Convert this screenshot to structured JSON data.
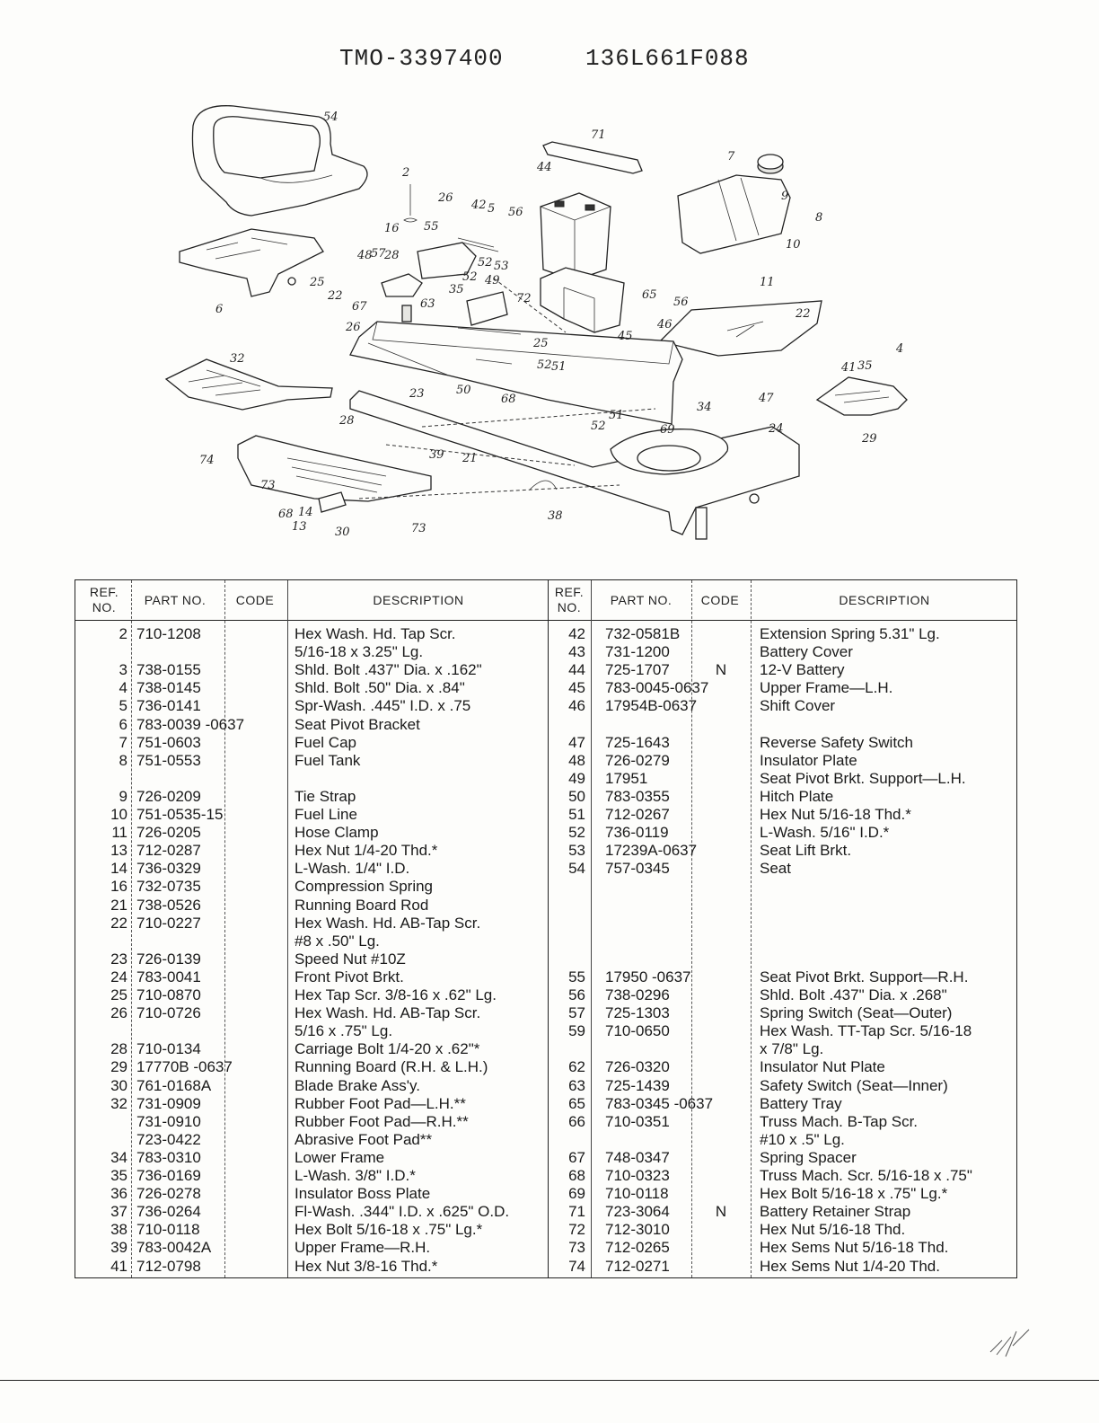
{
  "header": {
    "model": "TMO-3397400",
    "catalog": "136L661F088"
  },
  "diagram": {
    "callouts": [
      "54",
      "6",
      "25",
      "2",
      "16",
      "26",
      "22",
      "42",
      "5",
      "56",
      "48",
      "57",
      "28",
      "55",
      "52",
      "53",
      "52",
      "35",
      "49",
      "72",
      "67",
      "63",
      "26",
      "71",
      "44",
      "65",
      "7",
      "9",
      "8",
      "10",
      "11",
      "22",
      "56",
      "46",
      "45",
      "25",
      "32",
      "51",
      "52",
      "23",
      "50",
      "68",
      "47",
      "4",
      "41",
      "35",
      "29",
      "28",
      "74",
      "73",
      "68",
      "14",
      "13",
      "30",
      "73",
      "39",
      "21",
      "52",
      "51",
      "69",
      "34",
      "24",
      "38"
    ]
  },
  "table": {
    "headers": {
      "ref": "REF. NO.",
      "part": "PART NO.",
      "code": "CODE",
      "desc": "DESCRIPTION"
    },
    "left": [
      {
        "ref": "2",
        "part": "710-1208",
        "code": "",
        "desc": "Hex Wash. Hd. Tap Scr."
      },
      {
        "ref": "",
        "part": "",
        "code": "",
        "desc": "5/16-18 x 3.25\" Lg."
      },
      {
        "ref": "3",
        "part": "738-0155",
        "code": "",
        "desc": "Shld. Bolt .437\" Dia. x .162\""
      },
      {
        "ref": "4",
        "part": "738-0145",
        "code": "",
        "desc": "Shld. Bolt .50\" Dia. x .84\""
      },
      {
        "ref": "5",
        "part": "736-0141",
        "code": "",
        "desc": "Spr-Wash. .445\" I.D. x .75"
      },
      {
        "ref": "6",
        "part": "783-0039 -0637",
        "code": "",
        "desc": "Seat Pivot Bracket"
      },
      {
        "ref": "7",
        "part": "751-0603",
        "code": "",
        "desc": "Fuel Cap"
      },
      {
        "ref": "8",
        "part": "751-0553",
        "code": "",
        "desc": "Fuel Tank"
      },
      {
        "ref": "",
        "part": "",
        "code": "",
        "desc": ""
      },
      {
        "ref": "9",
        "part": "726-0209",
        "code": "",
        "desc": "Tie Strap"
      },
      {
        "ref": "10",
        "part": "751-0535-15",
        "code": "",
        "desc": "Fuel Line"
      },
      {
        "ref": "11",
        "part": "726-0205",
        "code": "",
        "desc": "Hose Clamp"
      },
      {
        "ref": "13",
        "part": "712-0287",
        "code": "",
        "desc": "Hex Nut 1/4-20 Thd.*"
      },
      {
        "ref": "14",
        "part": "736-0329",
        "code": "",
        "desc": "L-Wash. 1/4\" I.D."
      },
      {
        "ref": "16",
        "part": "732-0735",
        "code": "",
        "desc": "Compression Spring"
      },
      {
        "ref": "21",
        "part": "738-0526",
        "code": "",
        "desc": "Running Board Rod"
      },
      {
        "ref": "22",
        "part": "710-0227",
        "code": "",
        "desc": "Hex Wash. Hd. AB-Tap Scr."
      },
      {
        "ref": "",
        "part": "",
        "code": "",
        "desc": "#8 x .50\" Lg."
      },
      {
        "ref": "23",
        "part": "726-0139",
        "code": "",
        "desc": "Speed Nut #10Z"
      },
      {
        "ref": "24",
        "part": "783-0041",
        "code": "",
        "desc": "Front Pivot Brkt."
      },
      {
        "ref": "25",
        "part": "710-0870",
        "code": "",
        "desc": "Hex Tap Scr. 3/8-16 x .62\" Lg."
      },
      {
        "ref": "26",
        "part": "710-0726",
        "code": "",
        "desc": "Hex Wash. Hd. AB-Tap Scr."
      },
      {
        "ref": "",
        "part": "",
        "code": "",
        "desc": "5/16 x .75\" Lg."
      },
      {
        "ref": "28",
        "part": "710-0134",
        "code": "",
        "desc": "Carriage Bolt 1/4-20 x .62\"*"
      },
      {
        "ref": "29",
        "part": "17770B -0637",
        "code": "",
        "desc": "Running Board (R.H. & L.H.)"
      },
      {
        "ref": "30",
        "part": "761-0168A",
        "code": "",
        "desc": "Blade Brake Ass'y."
      },
      {
        "ref": "32",
        "part": "731-0909",
        "code": "",
        "desc": "Rubber Foot Pad—L.H.**"
      },
      {
        "ref": "",
        "part": "731-0910",
        "code": "",
        "desc": "Rubber Foot Pad—R.H.**"
      },
      {
        "ref": "",
        "part": "723-0422",
        "code": "",
        "desc": "Abrasive Foot Pad**"
      },
      {
        "ref": "34",
        "part": "783-0310",
        "code": "",
        "desc": "Lower Frame"
      },
      {
        "ref": "35",
        "part": "736-0169",
        "code": "",
        "desc": "L-Wash. 3/8\" I.D.*"
      },
      {
        "ref": "36",
        "part": "726-0278",
        "code": "",
        "desc": "Insulator Boss Plate"
      },
      {
        "ref": "37",
        "part": "736-0264",
        "code": "",
        "desc": "Fl-Wash. .344\" I.D. x .625\" O.D."
      },
      {
        "ref": "38",
        "part": "710-0118",
        "code": "",
        "desc": "Hex Bolt 5/16-18 x .75\" Lg.*"
      },
      {
        "ref": "39",
        "part": "783-0042A",
        "code": "",
        "desc": "Upper Frame—R.H."
      },
      {
        "ref": "41",
        "part": "712-0798",
        "code": "",
        "desc": "Hex Nut 3/8-16 Thd.*"
      }
    ],
    "right": [
      {
        "ref": "42",
        "part": "732-0581B",
        "code": "",
        "desc": "Extension Spring 5.31\" Lg."
      },
      {
        "ref": "43",
        "part": "731-1200",
        "code": "",
        "desc": "Battery Cover"
      },
      {
        "ref": "44",
        "part": "725-1707",
        "code": "N",
        "desc": "12-V Battery"
      },
      {
        "ref": "45",
        "part": "783-0045-0637",
        "code": "",
        "desc": "Upper Frame—L.H."
      },
      {
        "ref": "46",
        "part": "17954B-0637",
        "code": "",
        "desc": "Shift Cover"
      },
      {
        "ref": "",
        "part": "",
        "code": "",
        "desc": ""
      },
      {
        "ref": "47",
        "part": "725-1643",
        "code": "",
        "desc": "Reverse Safety Switch"
      },
      {
        "ref": "48",
        "part": "726-0279",
        "code": "",
        "desc": "Insulator Plate"
      },
      {
        "ref": "49",
        "part": "17951",
        "code": "",
        "desc": "Seat Pivot Brkt. Support—L.H."
      },
      {
        "ref": "50",
        "part": "783-0355",
        "code": "",
        "desc": "Hitch Plate"
      },
      {
        "ref": "51",
        "part": "712-0267",
        "code": "",
        "desc": "Hex Nut 5/16-18 Thd.*"
      },
      {
        "ref": "52",
        "part": "736-0119",
        "code": "",
        "desc": "L-Wash. 5/16\" I.D.*"
      },
      {
        "ref": "53",
        "part": "17239A-0637",
        "code": "",
        "desc": "Seat Lift Brkt."
      },
      {
        "ref": "54",
        "part": "757-0345",
        "code": "",
        "desc": "Seat"
      },
      {
        "ref": "",
        "part": "",
        "code": "",
        "desc": ""
      },
      {
        "ref": "",
        "part": "",
        "code": "",
        "desc": ""
      },
      {
        "ref": "",
        "part": "",
        "code": "",
        "desc": ""
      },
      {
        "ref": "",
        "part": "",
        "code": "",
        "desc": ""
      },
      {
        "ref": "",
        "part": "",
        "code": "",
        "desc": ""
      },
      {
        "ref": "55",
        "part": "17950 -0637",
        "code": "",
        "desc": "Seat Pivot Brkt. Support—R.H."
      },
      {
        "ref": "56",
        "part": "738-0296",
        "code": "",
        "desc": "Shld. Bolt .437\" Dia. x .268\""
      },
      {
        "ref": "57",
        "part": "725-1303",
        "code": "",
        "desc": "Spring Switch (Seat—Outer)"
      },
      {
        "ref": "59",
        "part": "710-0650",
        "code": "",
        "desc": "Hex Wash. TT-Tap Scr. 5/16-18"
      },
      {
        "ref": "",
        "part": "",
        "code": "",
        "desc": "x 7/8\" Lg."
      },
      {
        "ref": "62",
        "part": "726-0320",
        "code": "",
        "desc": "Insulator Nut Plate"
      },
      {
        "ref": "63",
        "part": "725-1439",
        "code": "",
        "desc": "Safety Switch (Seat—Inner)"
      },
      {
        "ref": "65",
        "part": "783-0345 -0637",
        "code": "",
        "desc": "Battery Tray"
      },
      {
        "ref": "66",
        "part": "710-0351",
        "code": "",
        "desc": "Truss Mach. B-Tap Scr."
      },
      {
        "ref": "",
        "part": "",
        "code": "",
        "desc": "#10 x .5\" Lg."
      },
      {
        "ref": "67",
        "part": "748-0347",
        "code": "",
        "desc": "Spring Spacer"
      },
      {
        "ref": "68",
        "part": "710-0323",
        "code": "",
        "desc": "Truss Mach. Scr. 5/16-18 x .75\""
      },
      {
        "ref": "69",
        "part": "710-0118",
        "code": "",
        "desc": "Hex Bolt 5/16-18 x .75\" Lg.*"
      },
      {
        "ref": "71",
        "part": "723-3064",
        "code": "N",
        "desc": "Battery Retainer Strap"
      },
      {
        "ref": "72",
        "part": "712-3010",
        "code": "",
        "desc": "Hex Nut 5/16-18 Thd."
      },
      {
        "ref": "73",
        "part": "712-0265",
        "code": "",
        "desc": "Hex Sems Nut 5/16-18 Thd."
      },
      {
        "ref": "74",
        "part": "712-0271",
        "code": "",
        "desc": "Hex Sems Nut 1/4-20 Thd."
      }
    ]
  }
}
